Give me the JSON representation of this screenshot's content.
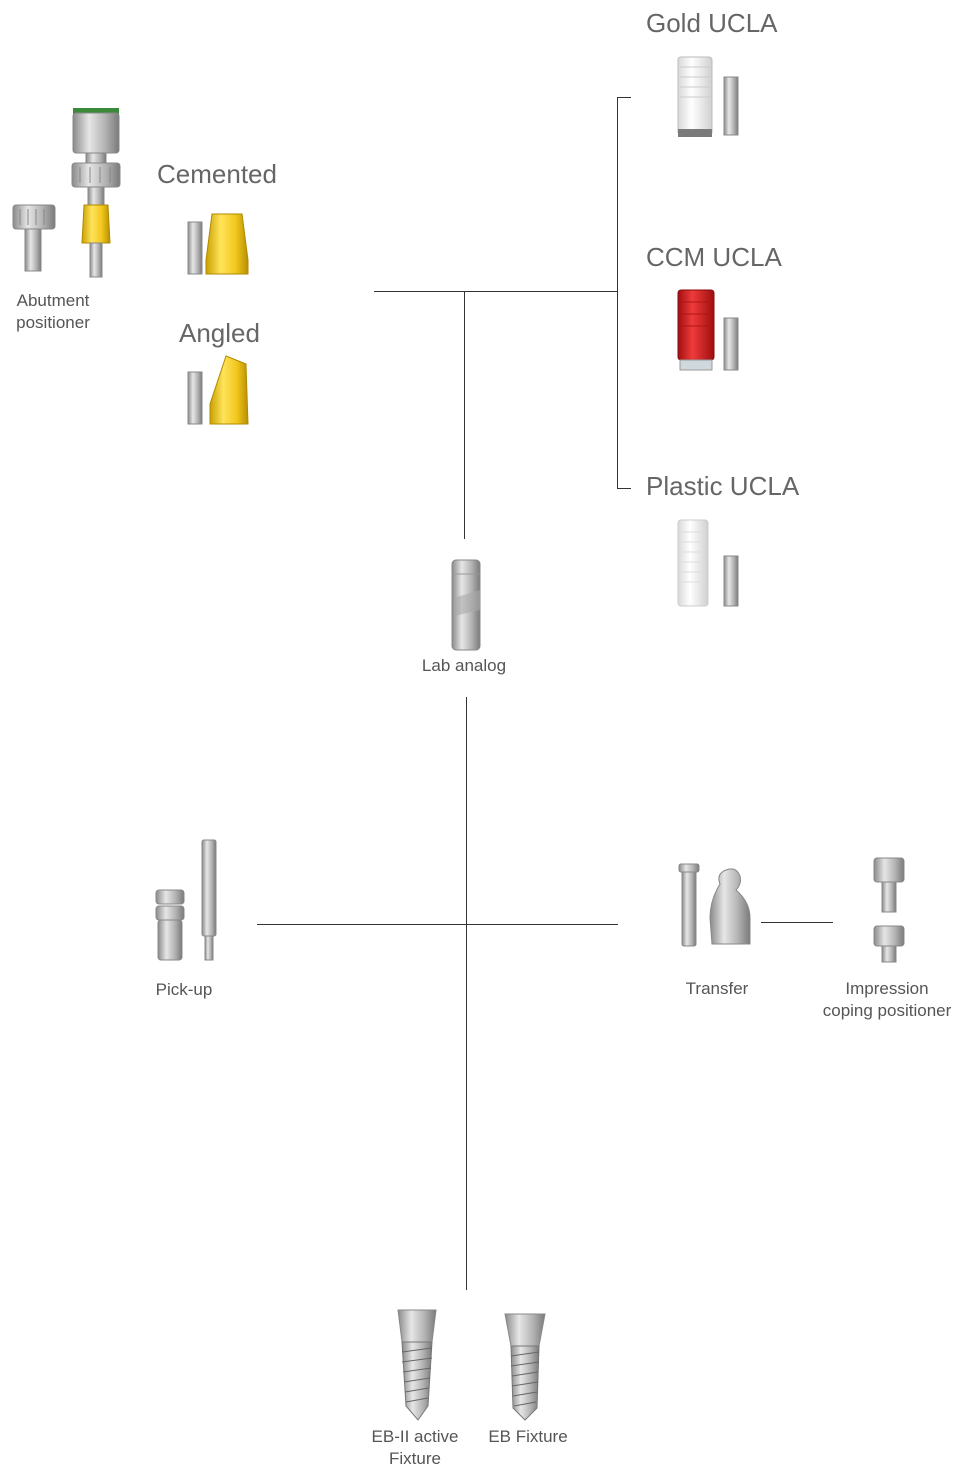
{
  "categories": {
    "cemented": "Cemented",
    "angled": "Angled",
    "gold_ucla": "Gold UCLA",
    "ccm_ucla": "CCM UCLA",
    "plastic_ucla": "Plastic UCLA"
  },
  "labels": {
    "abutment_positioner_1": "Abutment",
    "abutment_positioner_2": "positioner",
    "lab_analog": "Lab analog",
    "pick_up": "Pick-up",
    "transfer": "Transfer",
    "impression_1": "Impression",
    "impression_2": "coping positioner",
    "eb2_1": "EB-II active",
    "eb2_2": "Fixture",
    "eb_fixture": "EB Fixture"
  },
  "colors": {
    "line": "#333333",
    "gold": "#f2c81e",
    "red": "#d61f1f",
    "steel": "#b9b9b9",
    "white_part": "#f1f1f1"
  }
}
